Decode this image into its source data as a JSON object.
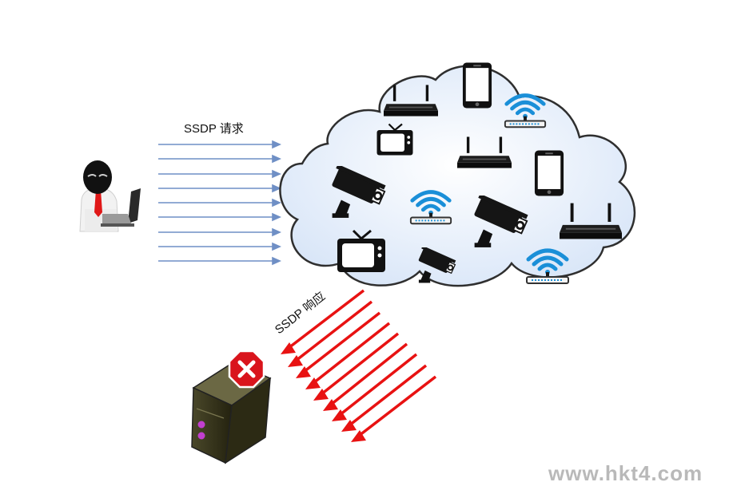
{
  "labels": {
    "request": "SSDP 请求",
    "response": "SSDP 响应"
  },
  "watermark": "www.hkt4.com",
  "colors": {
    "request_arrow": "#6f8fc5",
    "response_arrow": "#e81212",
    "cloud_fill": "#eaf1fb",
    "cloud_stroke": "#2f2f2f",
    "wifi_blue": "#1a8fd8",
    "stop_badge": "#d9141c",
    "server_body": "#3c3a1e"
  },
  "icons": [
    "attacker-icon",
    "laptop-icon",
    "router-icon",
    "smartphone-icon",
    "wifi-access-point-icon",
    "tv-icon",
    "security-camera-icon",
    "server-icon",
    "stop-badge-icon"
  ]
}
